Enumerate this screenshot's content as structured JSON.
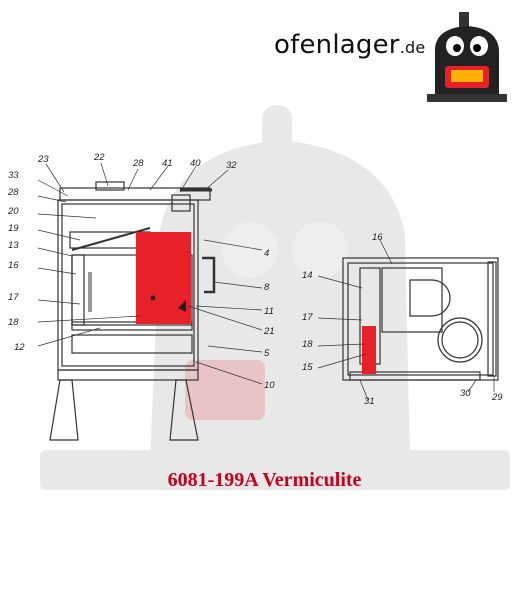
{
  "brand": {
    "name": "ofenlager",
    "tld": ".de"
  },
  "caption": "6081-199A Vermiculite",
  "front_view": {
    "labels": [
      "23",
      "22",
      "28",
      "41",
      "40",
      "32",
      "33",
      "28",
      "20",
      "19",
      "13",
      "16",
      "17",
      "18",
      "12",
      "4",
      "8",
      "11",
      "21",
      "5",
      "10"
    ]
  },
  "top_view": {
    "labels": [
      "16",
      "14",
      "17",
      "18",
      "15",
      "31",
      "30",
      "29"
    ]
  },
  "colors": {
    "highlight": "#e8202a",
    "caption": "#c8001e",
    "outline": "#333333"
  }
}
